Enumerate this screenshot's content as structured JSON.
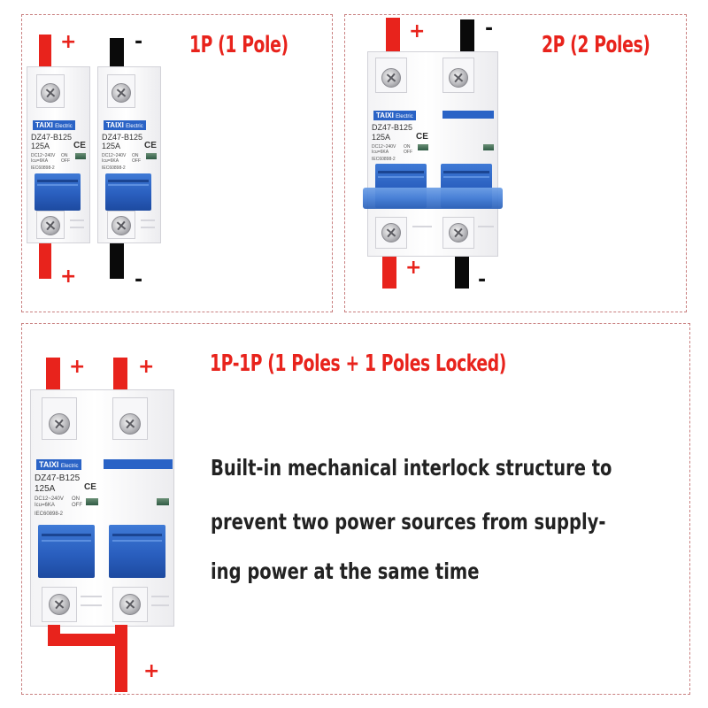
{
  "panels": {
    "one_pole": {
      "title": "1P (1 Pole)",
      "signs": {
        "top_plus": "+",
        "top_minus": "-",
        "bottom_plus": "+",
        "bottom_minus": "-"
      },
      "breaker_left": {
        "brand": "TAIXI",
        "brand_small": "Electric",
        "model": "DZ47-B125",
        "current": "125A",
        "spec": "DC12~240V",
        "icu": "Icu=6KA",
        "on": "ON",
        "off": "OFF",
        "standard": "IEC60898-2",
        "ce": "CE"
      },
      "breaker_right": {
        "brand": "TAIXI",
        "brand_small": "Electric",
        "model": "DZ47-B125",
        "current": "125A",
        "spec": "DC12~240V",
        "icu": "Icu=6KA",
        "on": "ON",
        "off": "OFF",
        "standard": "IEC60898-2",
        "ce": "CE"
      }
    },
    "two_pole": {
      "title": "2P (2 Poles)",
      "signs": {
        "top_plus": "+",
        "top_minus": "-",
        "bottom_plus": "+",
        "bottom_minus": "-"
      },
      "breaker": {
        "brand": "TAIXI",
        "brand_small": "Electric",
        "model": "DZ47-B125",
        "current": "125A",
        "spec": "DC12~240V",
        "icu": "Icu=6KA",
        "on": "ON",
        "off": "OFF",
        "standard": "IEC60898-2",
        "ce": "CE"
      }
    },
    "locked": {
      "title": "1P-1P (1 Poles + 1 Poles Locked)",
      "signs": {
        "top_plus_left": "+",
        "top_plus_right": "+",
        "bottom_plus": "+"
      },
      "breaker": {
        "brand": "TAIXI",
        "brand_small": "Electric",
        "model": "DZ47-B125",
        "current": "125A",
        "spec": "DC12~240V",
        "icu": "Icu=6KA",
        "on": "ON",
        "off": "OFF",
        "standard": "IEC60898-2",
        "ce": "CE"
      },
      "description": [
        "Built-in mechanical interlock structure to",
        "prevent two power sources from supply-",
        "ing power at the same time"
      ]
    }
  },
  "colors": {
    "accent_red": "#e8231c",
    "wire_black": "#0a0a0a",
    "handle_blue": "#2a63c6",
    "border": "#c98080"
  }
}
